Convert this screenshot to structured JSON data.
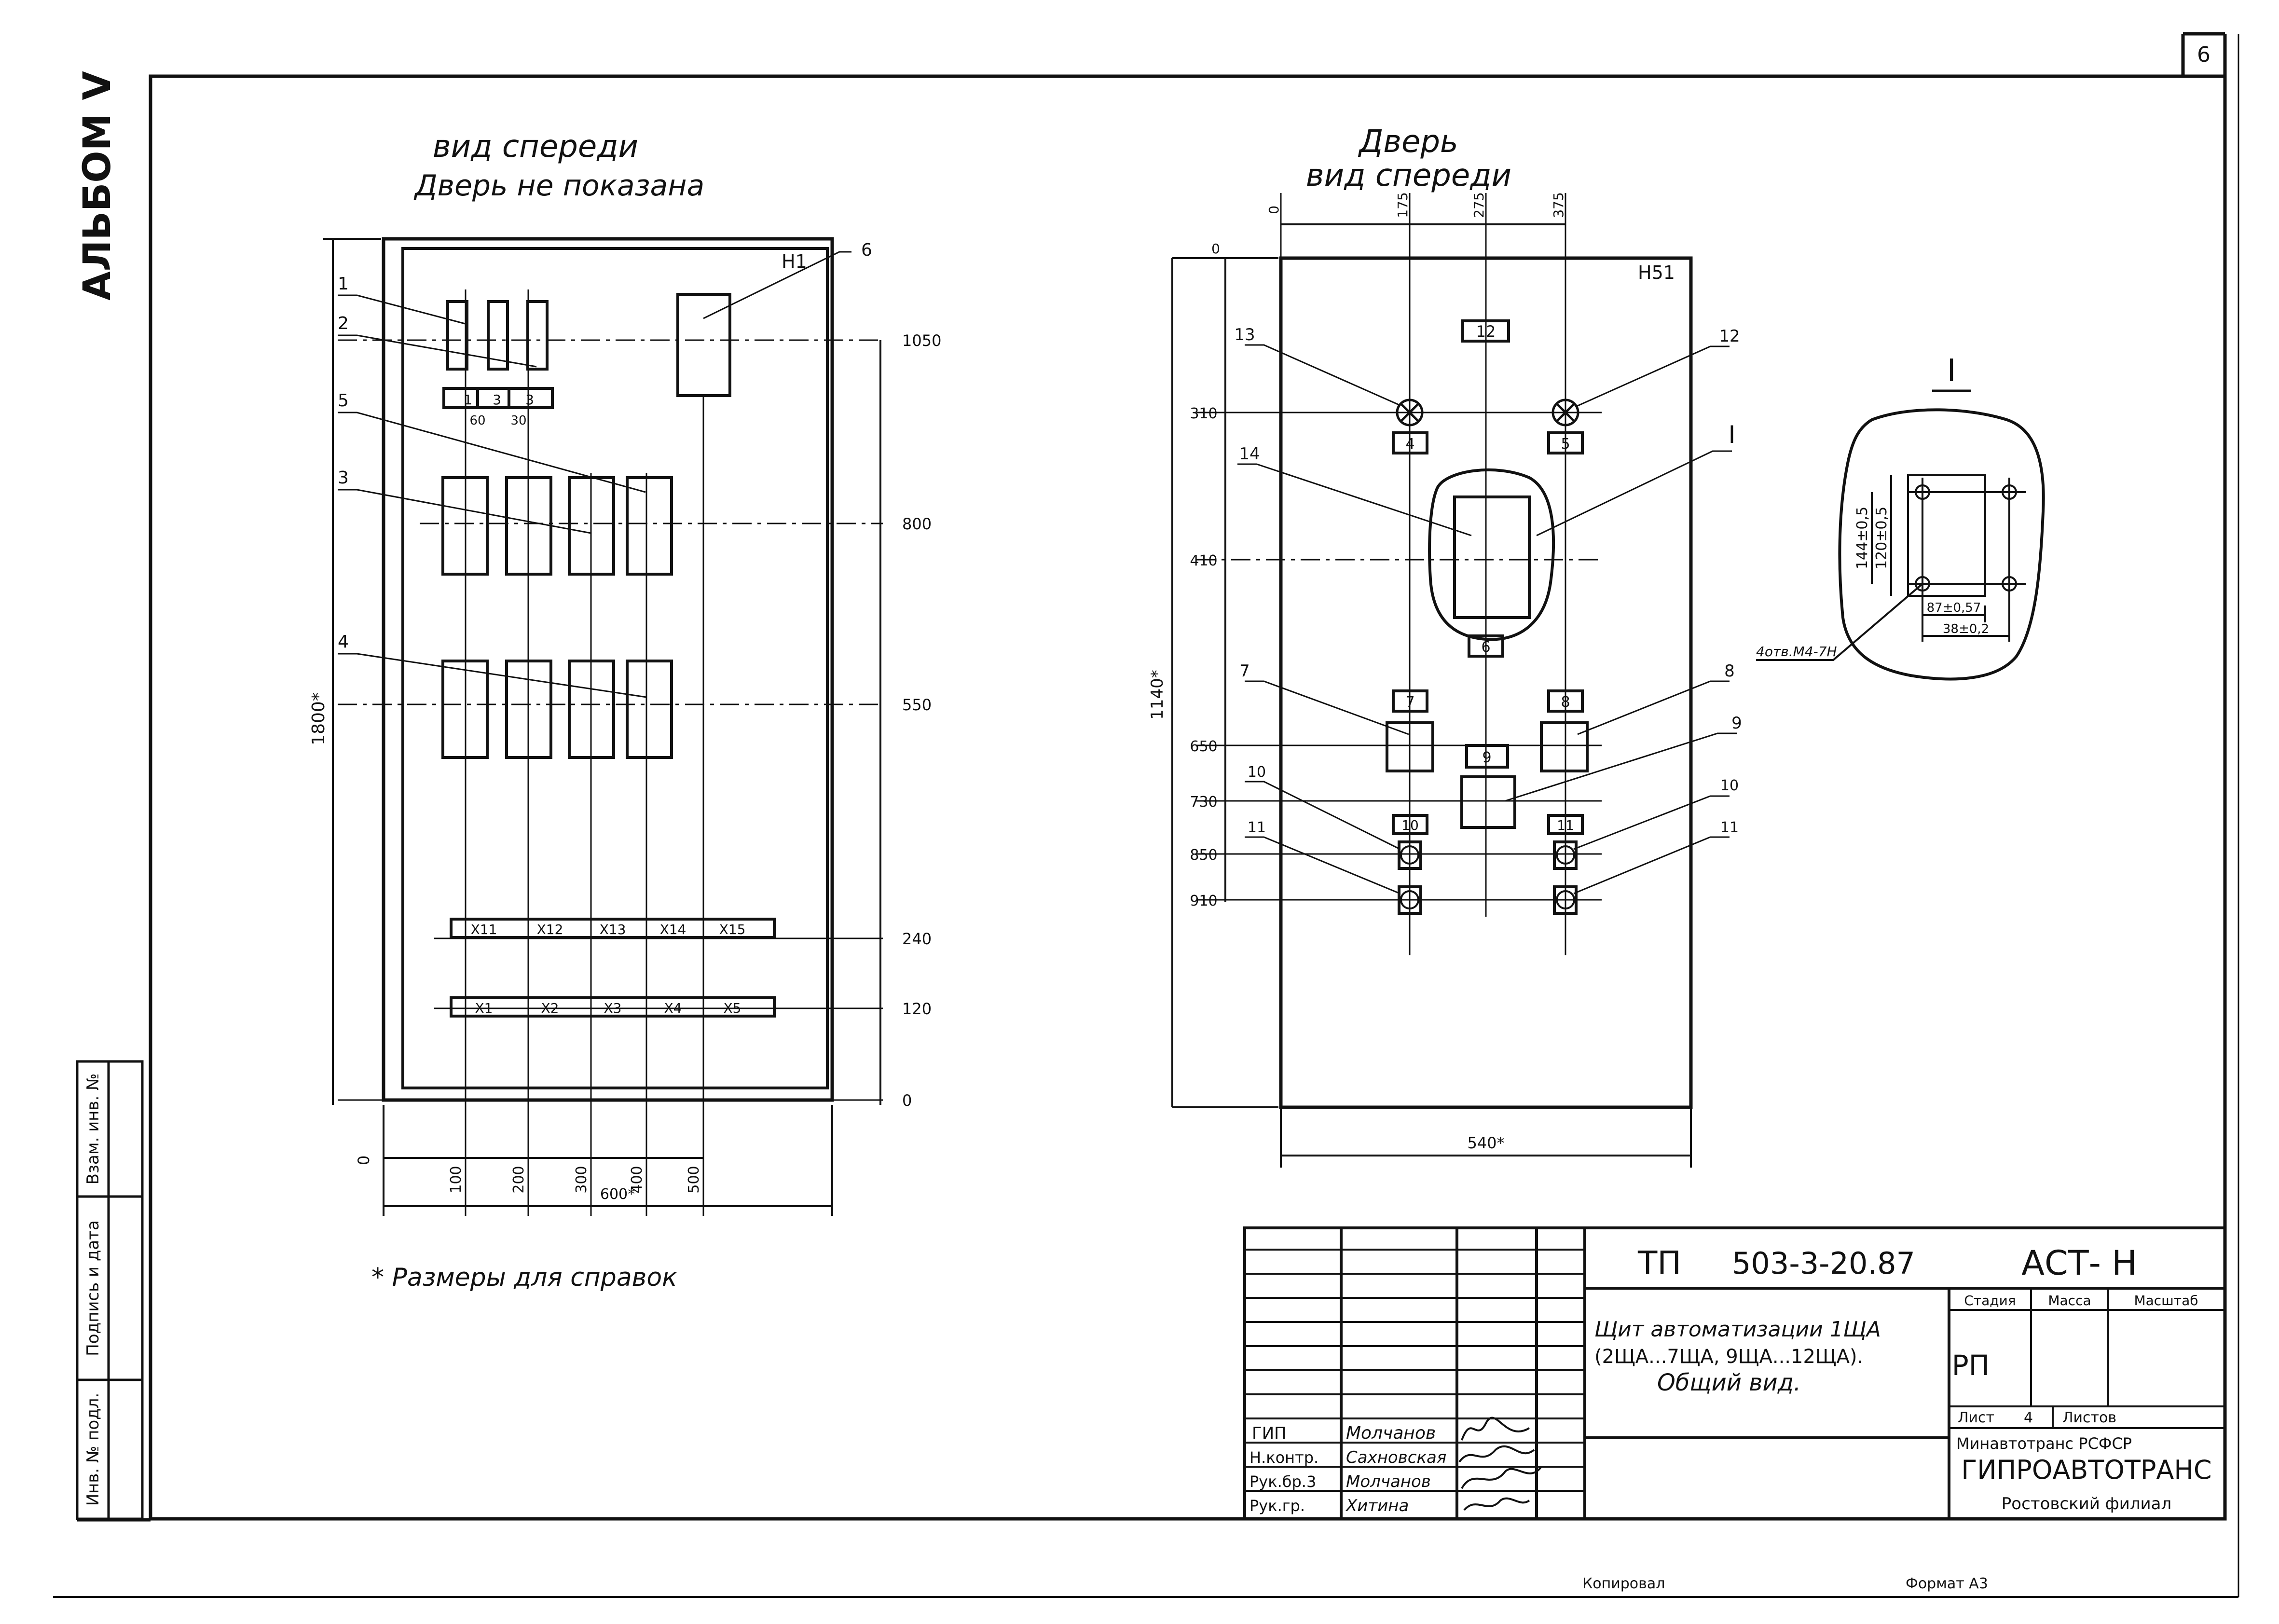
{
  "sheet": {
    "number": "6",
    "album": "АЛЬБОМ Ⅴ"
  },
  "front_view": {
    "title_1": "вид спереди",
    "title_2": "Дверь не показана",
    "panel_tag": "Н1",
    "callouts": [
      "1",
      "2",
      "5",
      "3",
      "4",
      "6"
    ],
    "small_devices": [
      "1",
      "3",
      "3"
    ],
    "small_device_dims": [
      "60",
      "30"
    ],
    "terminals_top": [
      "X11",
      "X12",
      "X13",
      "X14",
      "X15"
    ],
    "terminals_bottom": [
      "X1",
      "X2",
      "X3",
      "X4",
      "X5"
    ],
    "height_dim": "1800*",
    "levels": [
      "1050",
      "800",
      "550",
      "240",
      "120",
      "0"
    ],
    "bottom_zero": "0",
    "x_dims": [
      "100",
      "200",
      "300",
      "400",
      "500"
    ],
    "width_dim": "600*"
  },
  "door_view": {
    "title_1": "Дверь",
    "title_2": "вид спереди",
    "panel_tag": "Н51",
    "top_dims": [
      "0",
      "175",
      "275",
      "375"
    ],
    "left_zero": "0",
    "left_levels": [
      "310",
      "410",
      "650",
      "730",
      "850",
      "910"
    ],
    "height_dim": "1140*",
    "width_dim": "540*",
    "callouts": [
      "13",
      "12",
      "14",
      "I",
      "7",
      "8",
      "9",
      "10",
      "10",
      "11",
      "11"
    ],
    "boxes": [
      "12",
      "4",
      "5",
      "6",
      "7",
      "8",
      "9",
      "10",
      "11"
    ]
  },
  "detail": {
    "title": "I",
    "dims": [
      "144±0,5",
      "120±0,5",
      "87±0,57",
      "38±0,2"
    ],
    "holes_label": "4отв.М4-7Н"
  },
  "note": "* Размеры для справок",
  "side_stamp": {
    "cells": [
      "Инв. № подл.",
      "Подпись и дата",
      "Взам. инв. №"
    ]
  },
  "title_block": {
    "code": "ТП",
    "number": "503-3-20.87",
    "mark": "АСТ- Н",
    "description_1": "Щит автоматизации 1ЩА",
    "description_2": "(2ЩА...7ЩА, 9ЩА...12ЩА).",
    "description_3": "Общий вид.",
    "col_stage": "Стадия",
    "col_mass": "Масса",
    "col_scale": "Масштаб",
    "stage": "РП",
    "sheet_label": "Лист",
    "sheet_value": "4",
    "sheets_label": "Листов",
    "org_1": "Минавтотранс РСФСР",
    "org_2": "ГИПРОАВТОТРАНС",
    "org_3": "Ростовский филиал",
    "roles": [
      "ГИП",
      "Н.контр.",
      "Рук.бр.3",
      "Рук.гр."
    ],
    "names": [
      "Молчанов",
      "Сахновская",
      "Молчанов",
      "Хитина"
    ]
  },
  "footer": {
    "copied": "Копировал",
    "format": "Формат А3"
  }
}
